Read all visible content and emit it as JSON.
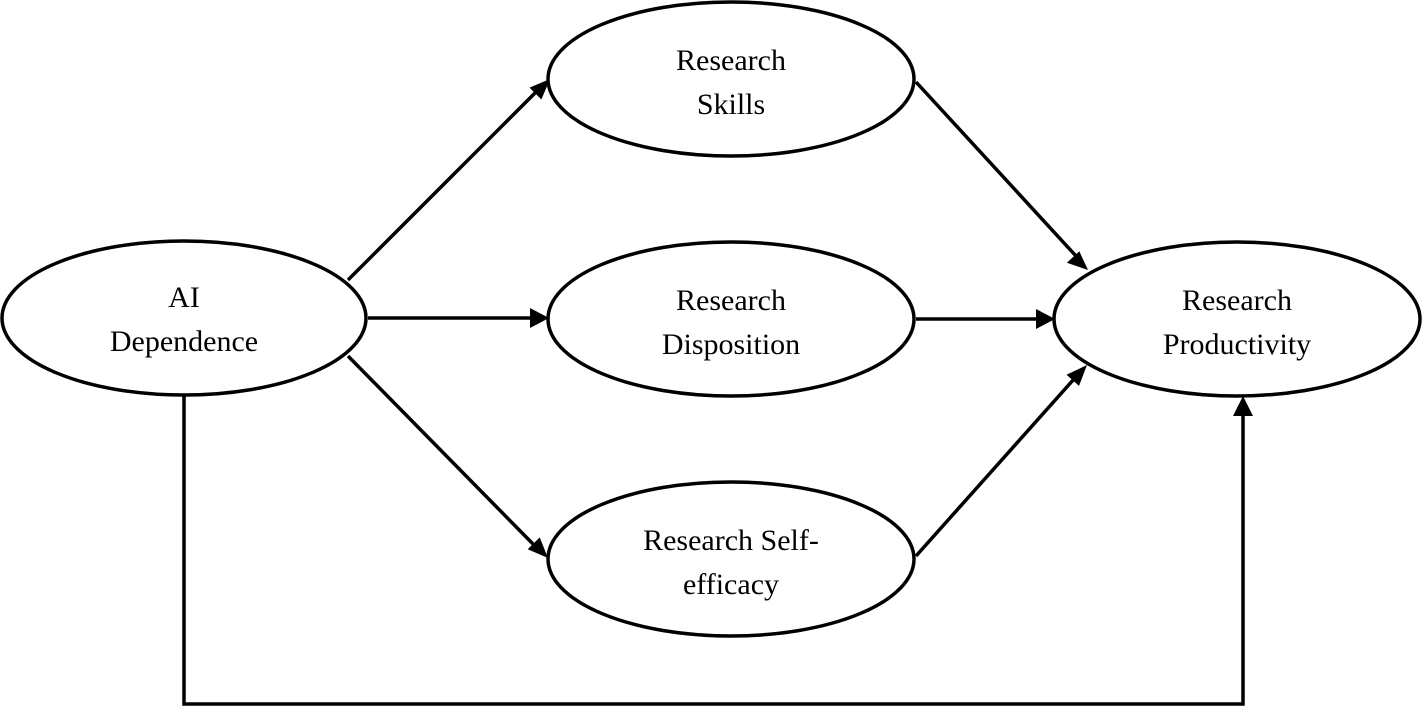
{
  "diagram": {
    "nodes": {
      "ai_dependence": {
        "lines": [
          "AI",
          "Dependence"
        ]
      },
      "research_skills": {
        "lines": [
          "Research",
          "Skills"
        ]
      },
      "research_disposition": {
        "lines": [
          "Research",
          "Disposition"
        ]
      },
      "research_self_efficacy": {
        "lines": [
          "Research Self-",
          "efficacy"
        ]
      },
      "research_productivity": {
        "lines": [
          "Research",
          "Productivity"
        ]
      }
    },
    "edges": [
      {
        "from": "ai_dependence",
        "to": "research_skills"
      },
      {
        "from": "ai_dependence",
        "to": "research_disposition"
      },
      {
        "from": "ai_dependence",
        "to": "research_self_efficacy"
      },
      {
        "from": "research_skills",
        "to": "research_productivity"
      },
      {
        "from": "research_disposition",
        "to": "research_productivity"
      },
      {
        "from": "research_self_efficacy",
        "to": "research_productivity"
      },
      {
        "from": "ai_dependence",
        "to": "research_productivity"
      }
    ],
    "colors": {
      "stroke": "#000000",
      "background": "#ffffff"
    }
  }
}
